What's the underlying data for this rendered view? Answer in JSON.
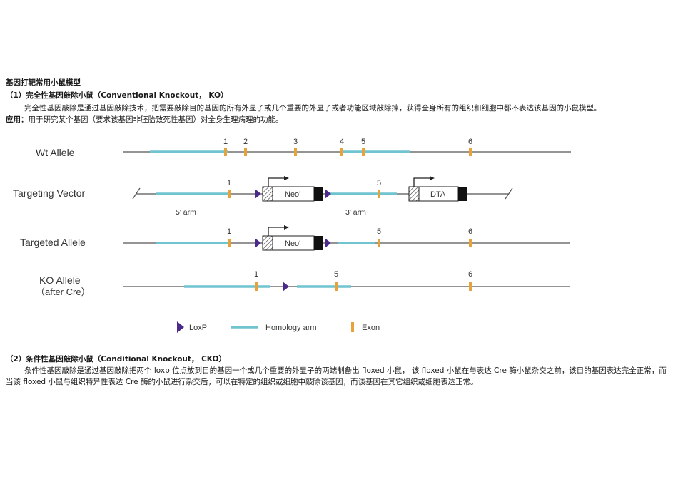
{
  "doc": {
    "title": "基因打靶常用小鼠模型",
    "section1": {
      "heading": "（1）完全性基因敲除小鼠（Conventionai Knockout， KO）",
      "paragraph": "完全性基因敲除是通过基因敲除技术，把需要敲除目的基因的所有外显子或几个重要的外显子或者功能区域敲除掉，获得全身所有的组织和细胞中都不表达该基因的小鼠模型。",
      "application_label": "应用：",
      "application_text": "用于研究某个基因（要求该基因非胚胎致死性基因）对全身生理病理的功能。"
    },
    "section2": {
      "heading": "（2）条件性基因敲除小鼠（Conditional Knockout， CKO）",
      "paragraph": "条件性基因敲除是通过基因敲除把两个 loxp 位点放到目的基因一个或几个重要的外显子的两端制备出 floxed 小鼠， 该 floxed 小鼠在与表达 Cre 酶小鼠杂交之前，该目的基因表达完全正常，而当该 floxed 小鼠与组织特异性表达 Cre 酶的小鼠进行杂交后，可以在特定的组织或细胞中敲除该基因，而该基因在其它组织或细胞表达正常。"
    }
  },
  "diagram": {
    "rows": {
      "wt": "Wt Allele",
      "tv": "Targeting Vector",
      "ta": "Targeted Allele",
      "ko1": "KO Allele",
      "ko2": "（after Cre）"
    },
    "exons": {
      "e1": "1",
      "e2": "2",
      "e3": "3",
      "e4": "4",
      "e5": "5",
      "e6": "6"
    },
    "arms": {
      "five": "5' arm",
      "three": "3' arm"
    },
    "cassettes": {
      "neo": "Neo'",
      "dta": "DTA"
    },
    "legend": {
      "loxp": "LoxP",
      "homology": "Homology arm",
      "exon": "Exon"
    },
    "colors": {
      "homology": "#6fc4d0",
      "exon": "#e8a23c",
      "loxp": "#4b2a8a",
      "line": "#555555"
    }
  }
}
